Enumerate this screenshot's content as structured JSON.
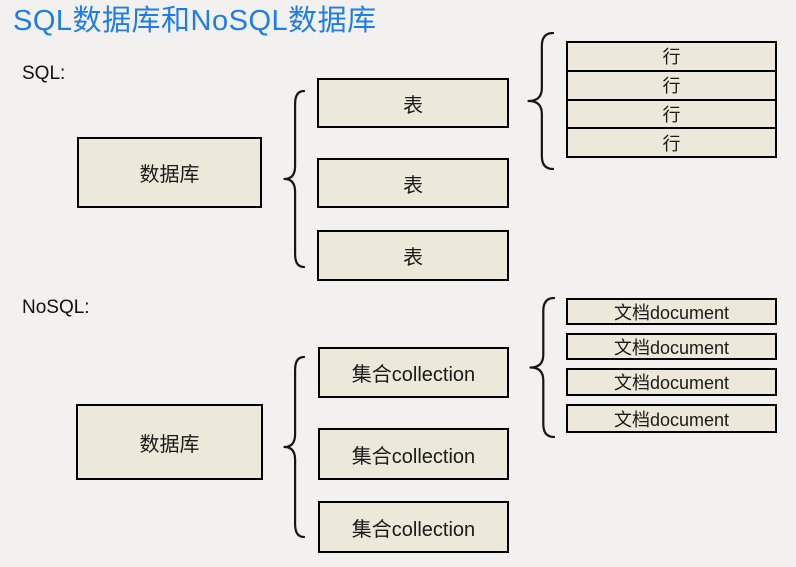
{
  "title": "SQL数据库和NoSQL数据库",
  "colors": {
    "title": "#1E7DE8",
    "background": "#F2F1EF",
    "box_fill": "#ECE9DA",
    "box_border": "#000000",
    "text": "#1A1A1A"
  },
  "sql": {
    "section_label": "SQL:",
    "database_label": "数据库",
    "tables": [
      {
        "label": "表"
      },
      {
        "label": "表"
      },
      {
        "label": "表"
      }
    ],
    "rows": [
      {
        "label": "行"
      },
      {
        "label": "行"
      },
      {
        "label": "行"
      },
      {
        "label": "行"
      }
    ]
  },
  "nosql": {
    "section_label": "NoSQL:",
    "database_label": "数据库",
    "collections": [
      {
        "label": "集合collection"
      },
      {
        "label": "集合collection"
      },
      {
        "label": "集合collection"
      }
    ],
    "documents": [
      {
        "label": "文档document"
      },
      {
        "label": "文档document"
      },
      {
        "label": "文档document"
      },
      {
        "label": "文档document"
      }
    ]
  }
}
